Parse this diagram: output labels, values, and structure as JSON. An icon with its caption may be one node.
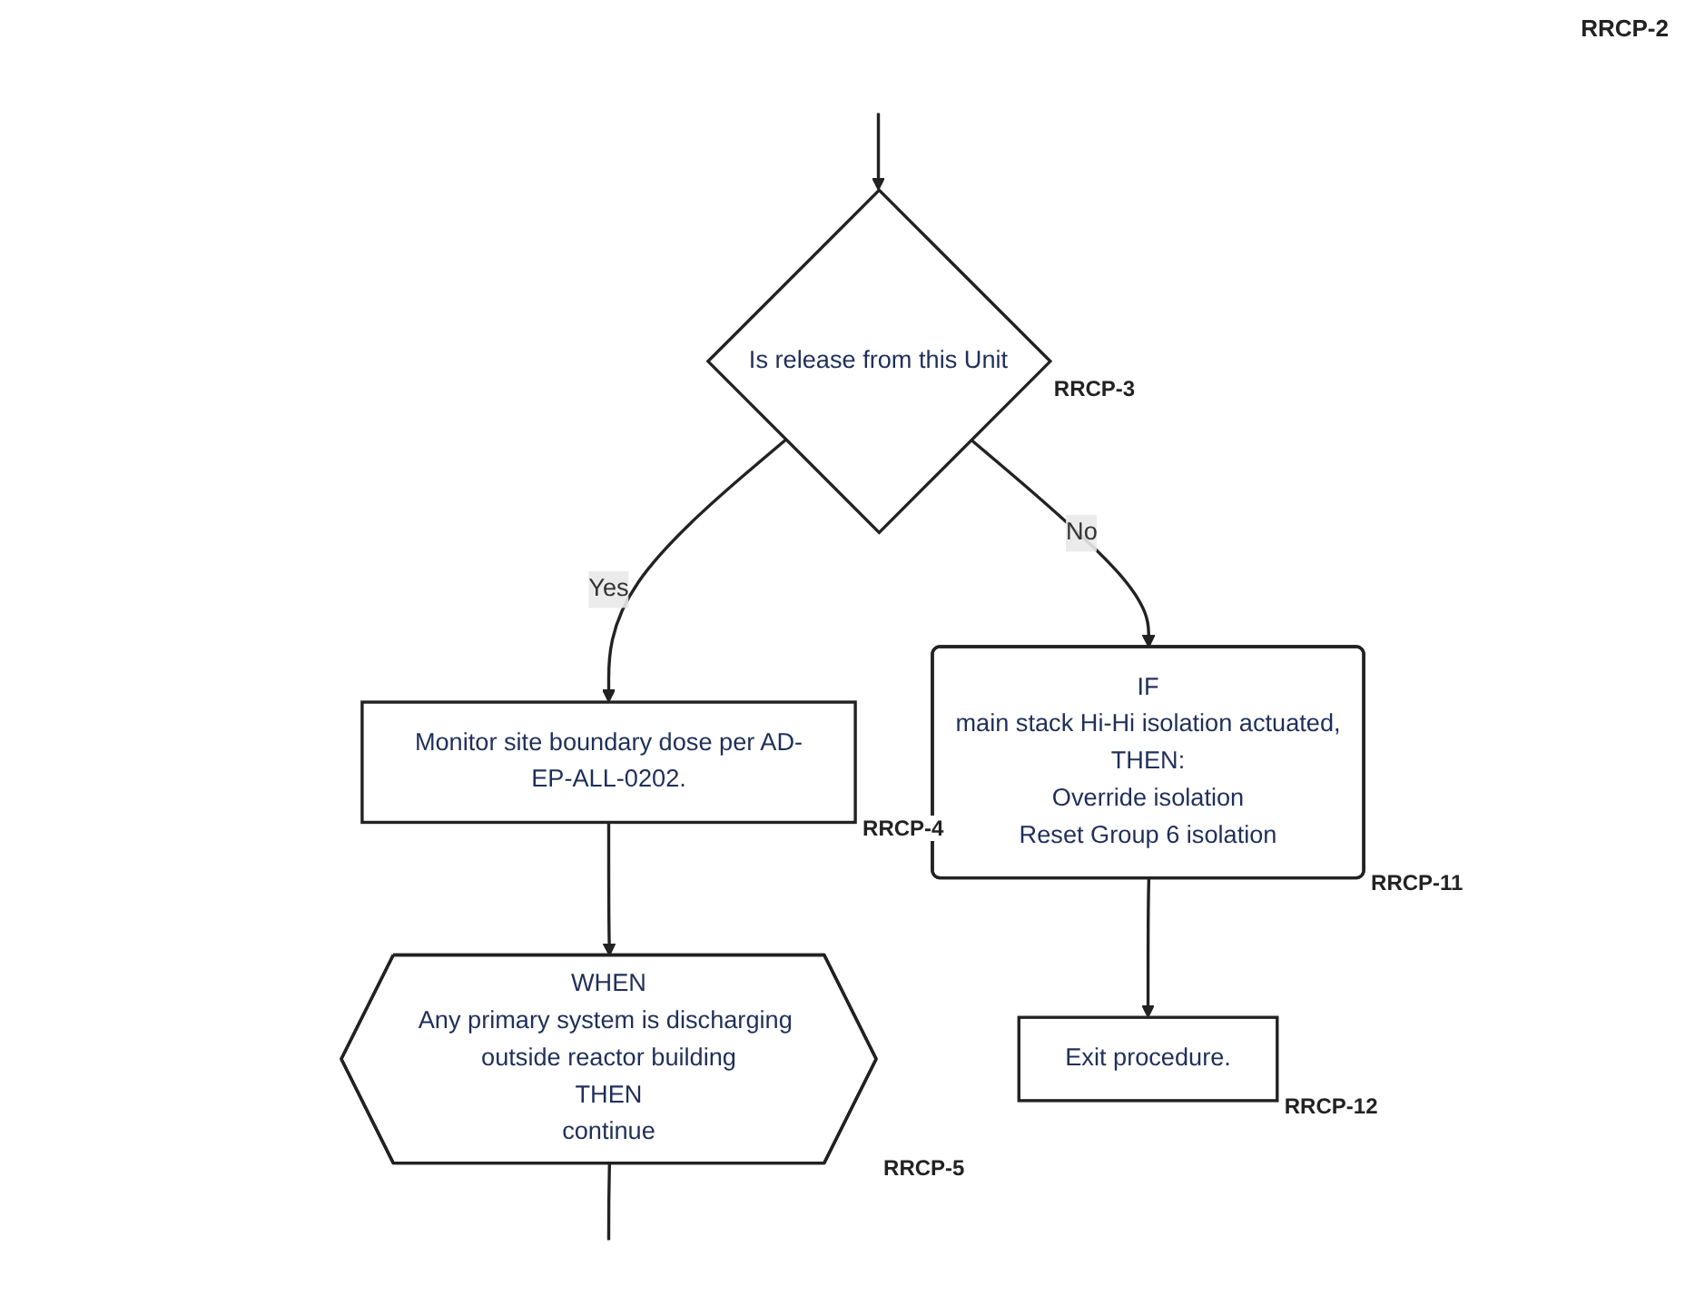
{
  "diagram": {
    "nodes": [
      {
        "text": [
          "Is release from this Unit"
        ],
        "beside": [
          "RRCP-3"
        ]
      },
      {
        "text": [
          "Monitor site boundary dose per AD-EP-ALL-0202."
        ],
        "beside": [
          "RRCP-4"
        ]
      },
      {
        "text": [
          "WHEN",
          "Any primary system is discharging outside reactor building",
          "THEN",
          "continue"
        ],
        "beside": [
          "RRCP-5"
        ]
      },
      {
        "text": [
          "IF",
          "main stack Hi-Hi isolation actuated,",
          "THEN:",
          "Override isolation",
          "Reset Group 6 isolation"
        ],
        "beside": [
          "RRCP-11"
        ]
      },
      {
        "text": [
          "Exit procedure."
        ],
        "beside": [
          "RRCP-12"
        ]
      }
    ],
    "edges": [
      {
        "from": null,
        "to": 0,
        "arrow": "to"
      },
      {
        "from": 0,
        "to": 1,
        "label": "Yes",
        "arrow": "to"
      },
      {
        "from": 0,
        "to": 3,
        "label": "No",
        "arrow": "to"
      },
      {
        "from": 1,
        "to": 2,
        "arrow": "to"
      },
      {
        "from": 3,
        "to": 4,
        "arrow": "to"
      },
      {
        "from": 2,
        "to": null,
        "arrow": "none"
      }
    ],
    "labels": [
      "RRCP-2"
    ]
  }
}
